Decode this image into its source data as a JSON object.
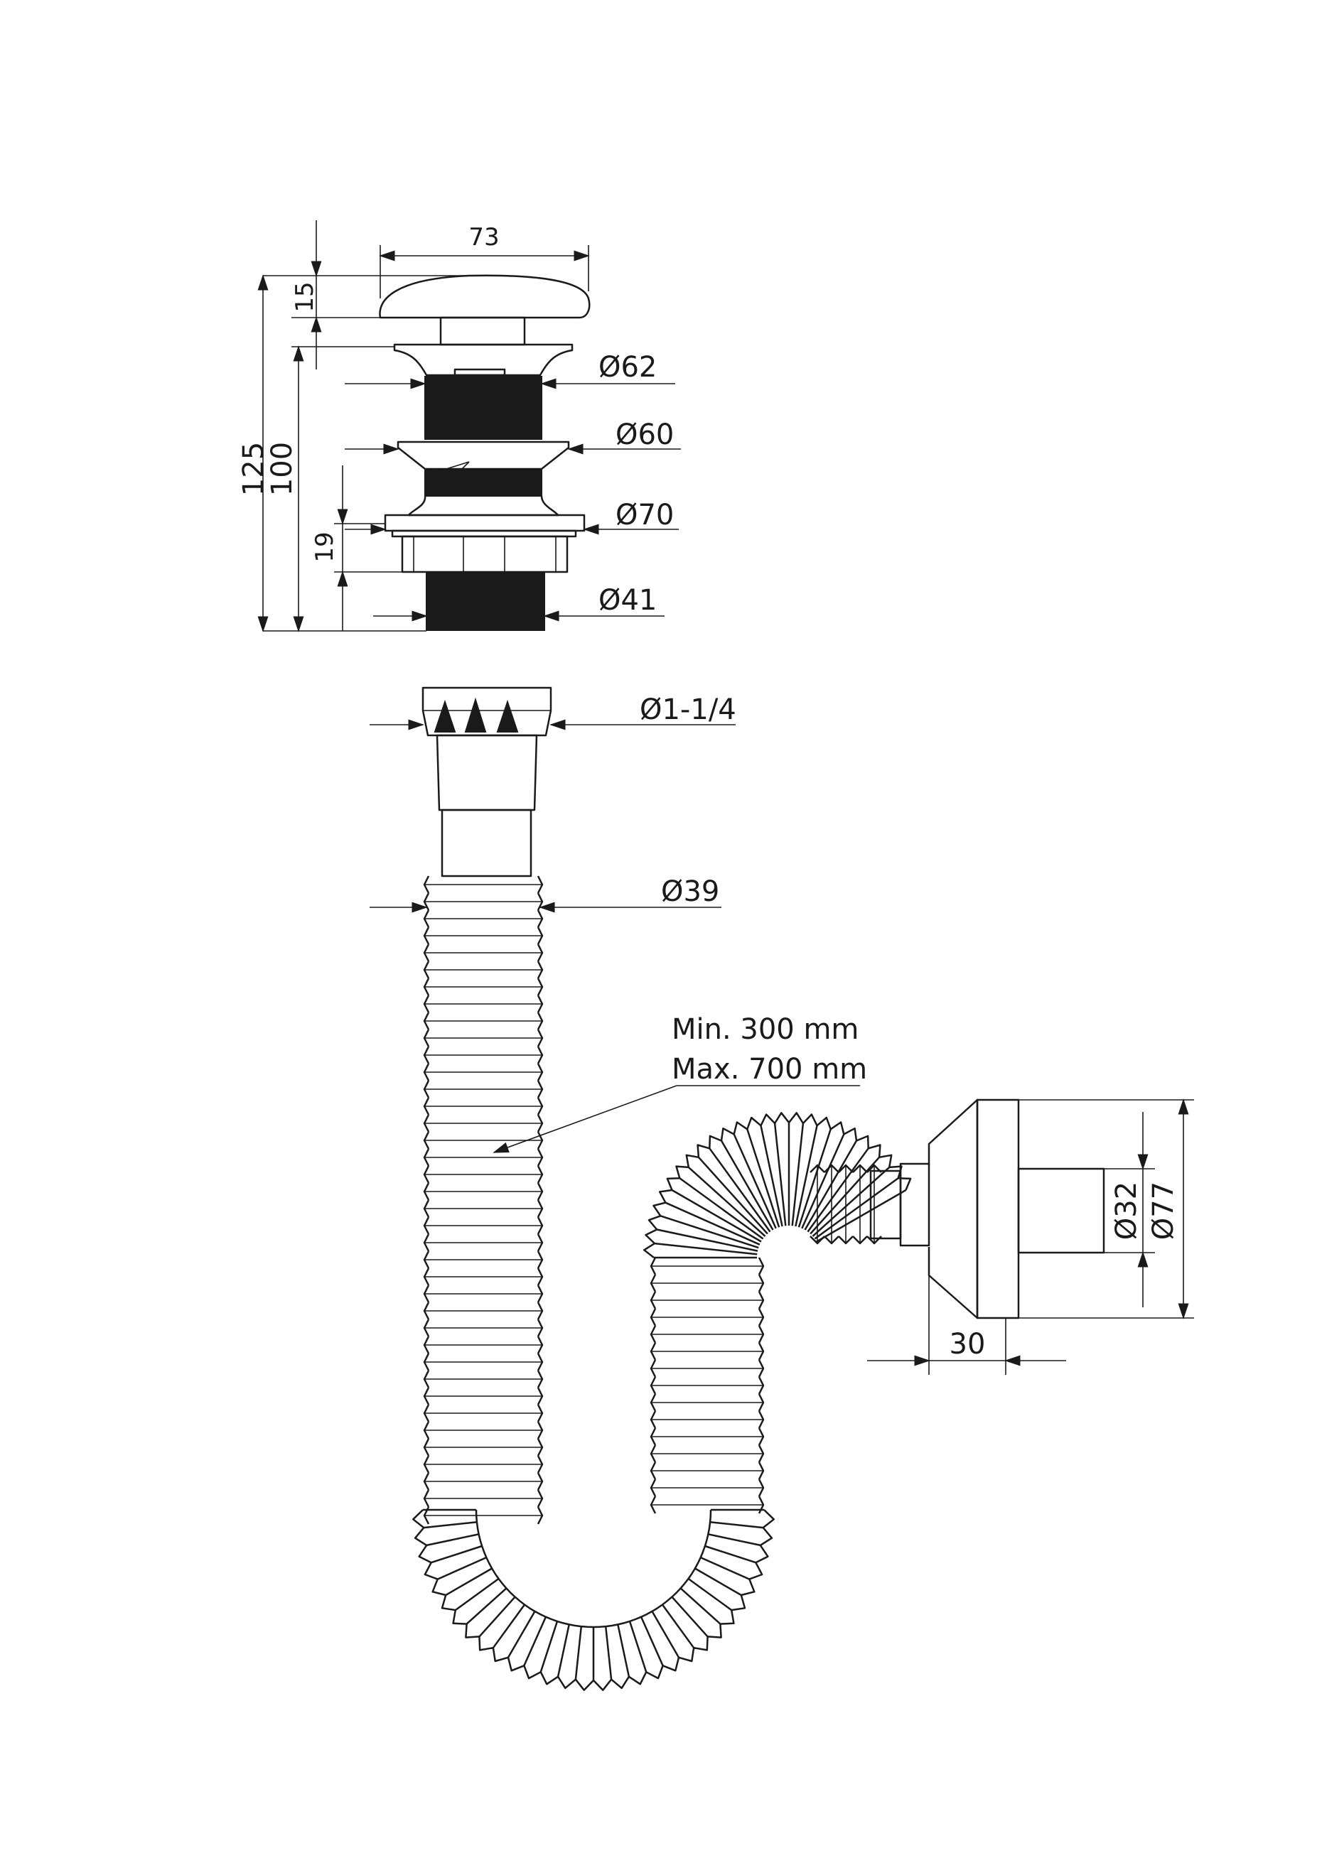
{
  "waste": {
    "width_label": "73",
    "cap_height_label": "15",
    "total_height_label": "125",
    "thread_length_label": "100",
    "flange_height_label": "19",
    "d62_label": "Ø62",
    "d60_label": "Ø60",
    "d70_label": "Ø70",
    "d41_label": "Ø41"
  },
  "siphon": {
    "inlet_label": "Ø1-1/4",
    "hose_label": "Ø39",
    "length_min_label": "Min. 300 mm",
    "length_max_label": "Max. 700 mm",
    "outlet_d32_label": "Ø32",
    "outlet_d77_label": "Ø77",
    "outlet_depth_label": "30"
  }
}
